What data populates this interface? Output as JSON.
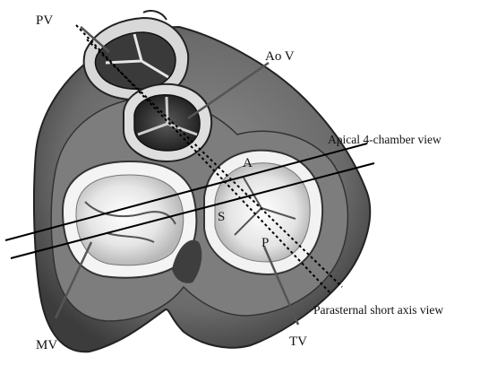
{
  "labels": {
    "pv": "PV",
    "aov": "Ao V",
    "apical": "Apical 4-chamber view",
    "parasternal": "Parasternal short axis view",
    "mv": "MV",
    "tv": "TV",
    "a": "A",
    "s": "S",
    "p": "P"
  },
  "colors": {
    "background": "#ffffff",
    "heart_outer": "#6e6e6e",
    "heart_inner": "#8a8a8a",
    "annulus": "#f2f2f2",
    "valve_leaflet": "#dcdcdc",
    "dark_shadow": "#2a2a2a",
    "line": "#000000"
  }
}
